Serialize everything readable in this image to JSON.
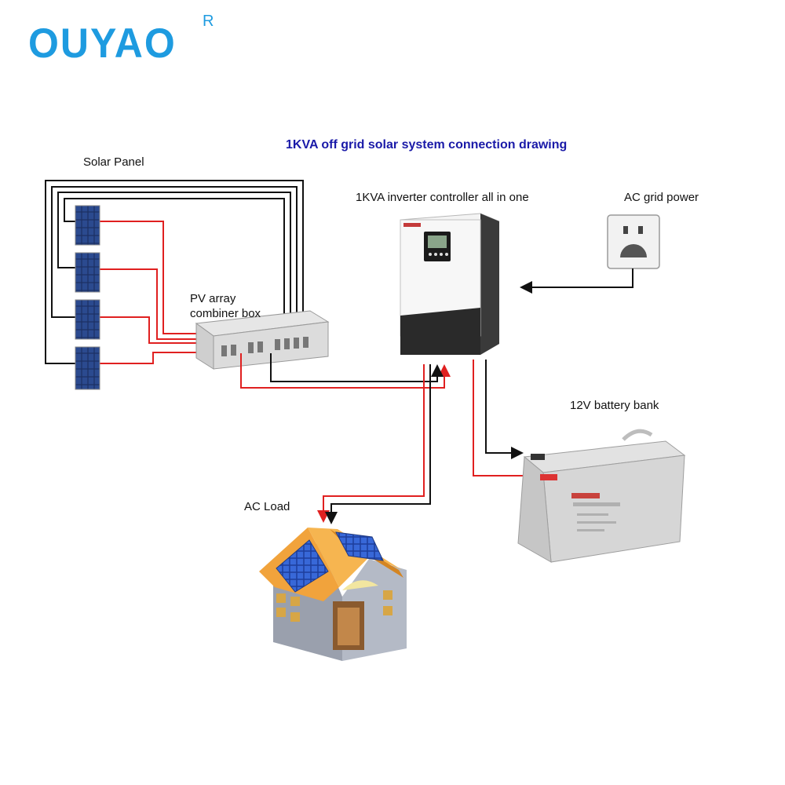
{
  "brand": {
    "logo_text": "OUYAO",
    "registered_mark": "R",
    "color": "#1e9be0"
  },
  "title": "1KVA off grid solar system connection drawing",
  "labels": {
    "solar_panel": "Solar Panel",
    "combiner_line1": "PV array",
    "combiner_line2": "combiner box",
    "inverter": "1KVA inverter controller all in one",
    "grid": "AC grid power",
    "battery": "12V battery bank",
    "load": "AC Load"
  },
  "colors": {
    "positive_wire": "#e02020",
    "negative_wire": "#111111",
    "title": "#1a1aa8"
  },
  "icons": [
    "solar-panel-icon",
    "combiner-box-icon",
    "inverter-icon",
    "wall-socket-icon",
    "battery-icon",
    "house-icon"
  ]
}
